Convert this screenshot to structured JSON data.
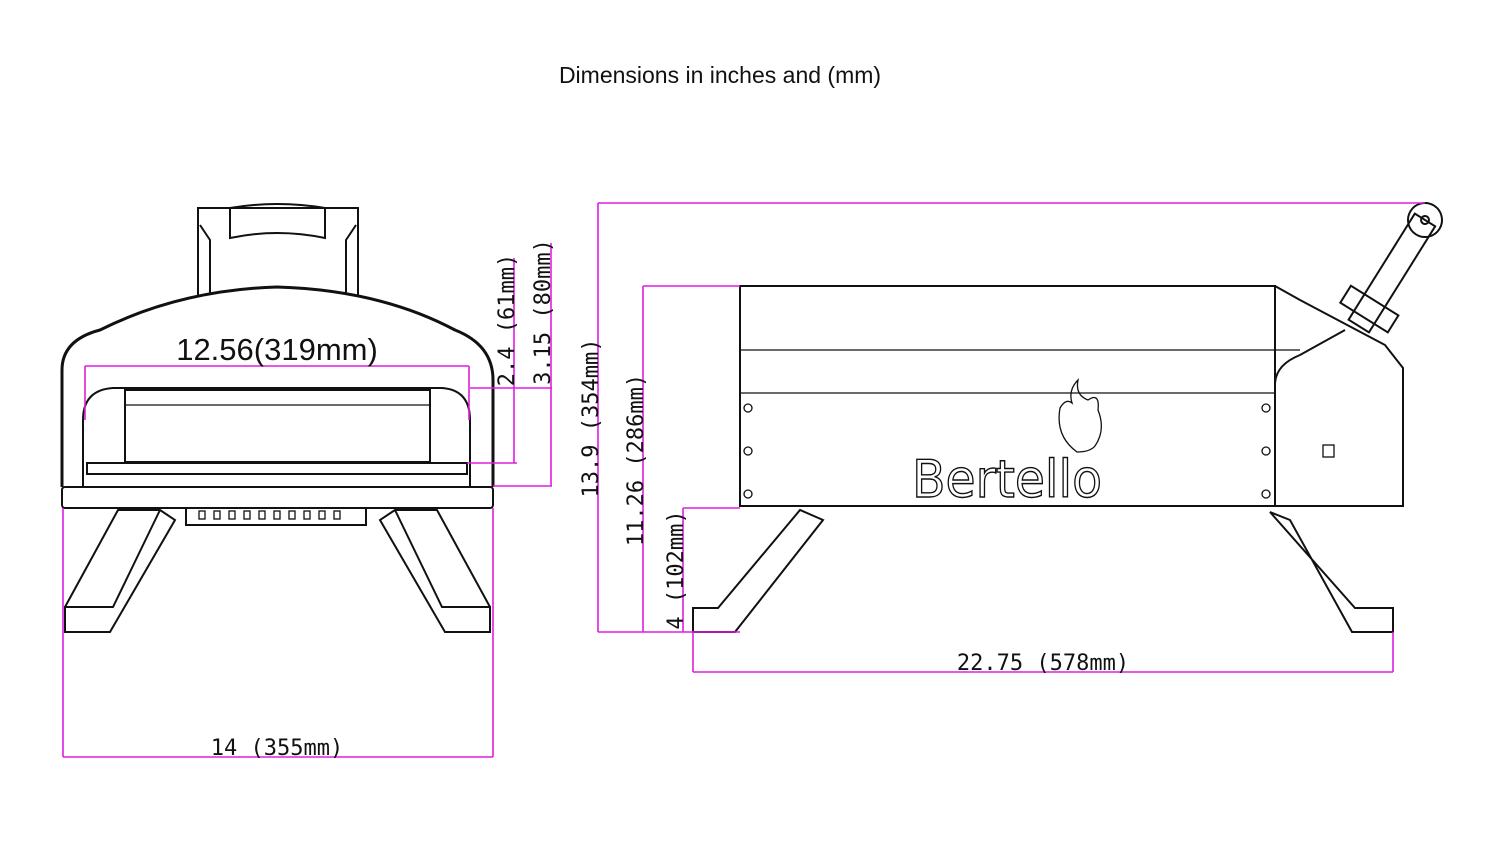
{
  "title": "Dimensions in inches and (mm)",
  "brand": "Bertello",
  "front_view": {
    "opening_width": "12.56(319mm)",
    "opening_height_inner": "2.4 (61mm)",
    "opening_height_outer": "3.15 (80mm)",
    "overall_width": "14 (355mm)"
  },
  "side_view": {
    "overall_height": "13.9 (354mm)",
    "body_height": "11.26 (286mm)",
    "leg_height": "4 (102mm)",
    "overall_length": "22.75 (578mm)"
  },
  "colors": {
    "dimension_line": "#e01ee0",
    "drawing": "#111111"
  }
}
